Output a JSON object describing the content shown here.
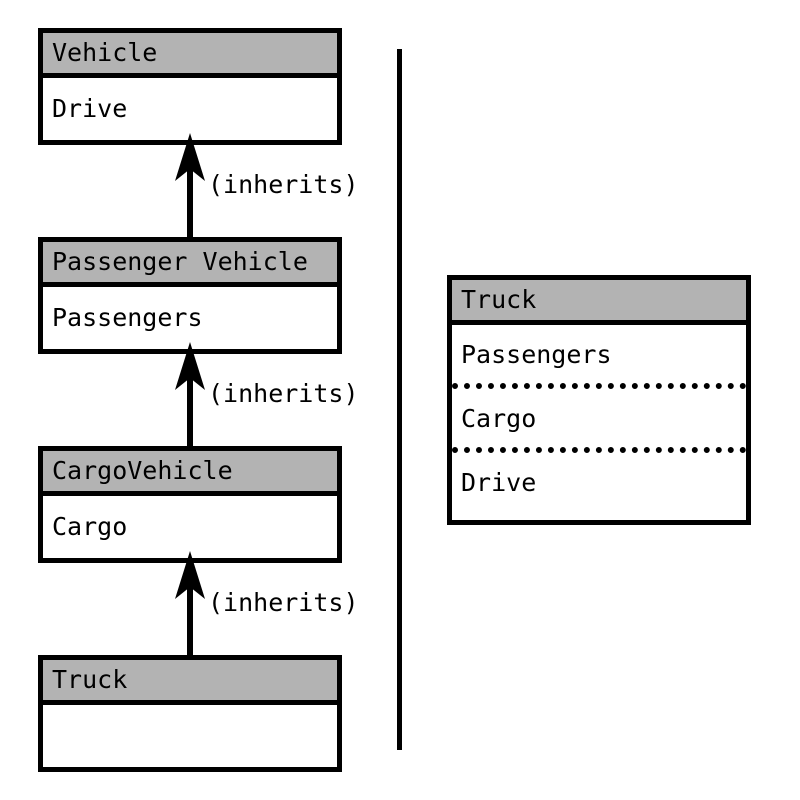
{
  "left_hierarchy": {
    "classes": [
      {
        "name": "Vehicle",
        "member": "Drive"
      },
      {
        "name": "Passenger Vehicle",
        "member": "Passengers"
      },
      {
        "name": "CargoVehicle",
        "member": "Cargo"
      },
      {
        "name": "Truck",
        "member": ""
      }
    ],
    "relation_labels": [
      "(inherits)",
      "(inherits)",
      "(inherits)"
    ]
  },
  "flattened_class": {
    "name": "Truck",
    "members": [
      "Passengers",
      "Cargo",
      "Drive"
    ]
  },
  "colors": {
    "header_fill": "#b3b3b3",
    "line": "#000000",
    "background": "#ffffff"
  }
}
